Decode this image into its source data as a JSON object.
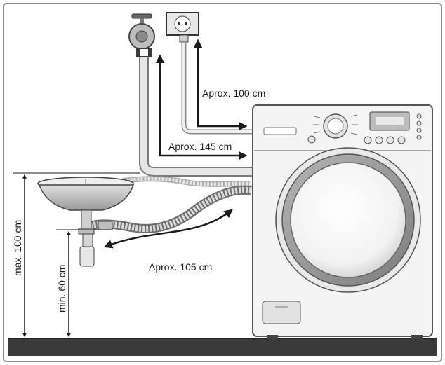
{
  "labels": {
    "power_cable": "Aprox. 100 cm",
    "inlet_hose": "Aprox. 145 cm",
    "drain_hose": "Aprox. 105 cm",
    "max_height": "max. 100 cm",
    "min_height": "min. 60 cm"
  },
  "colors": {
    "frame": "#8c8c8c",
    "floor": "#3a3a3a",
    "outline": "#555555",
    "machine_body": "#f4f4f4",
    "door_ring": "#9a9a9a",
    "arrow": "#1a1a1a"
  },
  "icons": [
    "water-tap-icon",
    "power-socket-icon",
    "power-plug-icon",
    "sink-icon",
    "drain-trap-icon",
    "washing-machine-icon"
  ]
}
